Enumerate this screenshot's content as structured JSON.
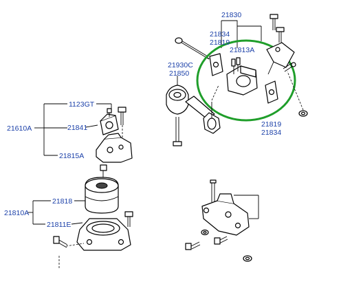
{
  "labels": {
    "l21830": "21830",
    "l21834_top": "21834",
    "l21819_top": "21819",
    "l21813A": "21813A",
    "l21930C": "21930C",
    "l21850": "21850",
    "l21819_bottom": "21819",
    "l21834_bottom": "21834",
    "l1123GT": "1123GT",
    "l21610A": "21610A",
    "l21841": "21841",
    "l21815A": "21815A",
    "l21810A": "21810A",
    "l21818": "21818",
    "l21811E": "21811E"
  },
  "colors": {
    "label": "#1a3fa8",
    "highlight_ring": "#1f9e2a",
    "line": "#000000"
  }
}
